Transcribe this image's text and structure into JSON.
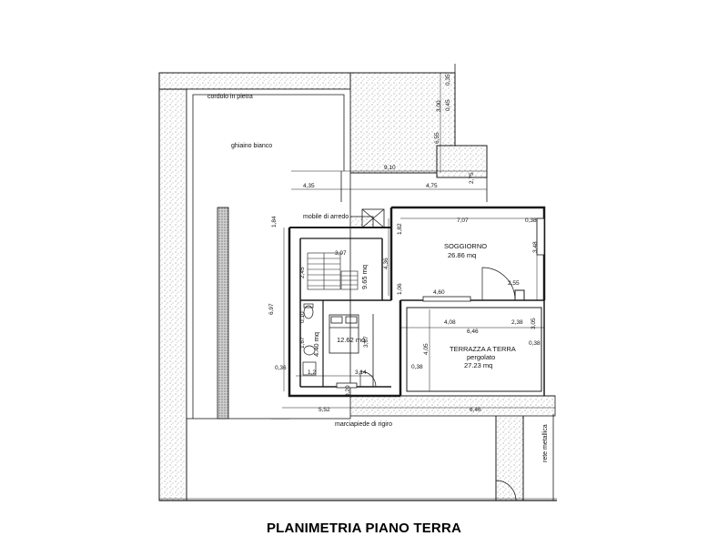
{
  "title": "PLANIMETRIA PIANO TERRA",
  "colors": {
    "line": "#1a1a1a",
    "hatch": "#6b6b6b",
    "background": "#ffffff"
  },
  "labels": {
    "cordolo": "cordolo in pietra",
    "ghiaino": "ghiaino bianco",
    "mobile": "mobile di arredo",
    "marciapiede": "marciapiede di rigiro",
    "rete": "rete metallica"
  },
  "rooms": {
    "soggiorno": {
      "name": "SOGGIORNO",
      "area": "26.86 mq"
    },
    "terrazza": {
      "name": "TERRAZZA A TERRA",
      "sub": "pergolato",
      "area": "27.23 mq"
    },
    "camera": {
      "area": "12.62 mq"
    },
    "scala": {
      "area": "9.65 mq"
    },
    "bagno": {
      "area": "4.40 mq"
    }
  },
  "dimensions": {
    "d910": "9,10",
    "d435": "4,35",
    "d475": "4,75",
    "d275": "2,75",
    "d655": "6,55",
    "d300": "3,00",
    "d045": "0,45",
    "d035": "0,35",
    "d707": "7,07",
    "d038a": "0,38",
    "d348": "3,48",
    "d182": "1,82",
    "d436": "4,36",
    "d106": "1,06",
    "d460": "4,60",
    "d255": "2,55",
    "d408": "4,08",
    "d238": "2,38",
    "d646a": "6,46",
    "d305": "3,05",
    "d405": "4,05",
    "d038b": "0,38",
    "d038c": "0,38",
    "d646b": "6,46",
    "d552": "5,52",
    "d397": "3,97",
    "d245": "2,45",
    "d184": "1,84",
    "d697": "6,97",
    "d010": "0,10",
    "d367": "3,67",
    "d167": "1,67",
    "d036": "0,36",
    "d12": "1,2",
    "d314": "3,14",
    "d020": "0,20"
  }
}
